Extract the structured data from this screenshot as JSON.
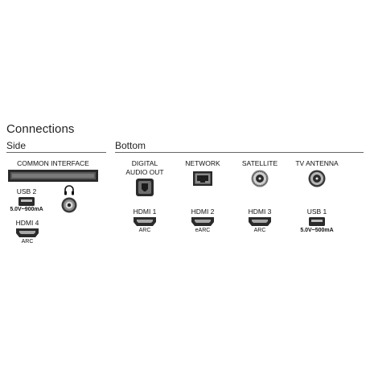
{
  "title": "Connections",
  "side": {
    "heading": "Side",
    "common_interface": {
      "label": "COMMON INTERFACE",
      "icon": "common-interface-slot-icon"
    },
    "usb2": {
      "label": "USB 2",
      "spec_prefix": "5.0V",
      "spec_suffix": "900mA",
      "icon": "usb-port-icon"
    },
    "headphone": {
      "icon": "headphone-icon",
      "jack_icon": "headphone-jack-icon"
    },
    "hdmi4": {
      "label": "HDMI 4",
      "sub": "ARC",
      "icon": "hdmi-port-icon"
    }
  },
  "bottom": {
    "heading": "Bottom",
    "ports": [
      {
        "label": "DIGITAL",
        "label2": "AUDIO OUT",
        "icon": "optical-audio-port-icon"
      },
      {
        "label": "NETWORK",
        "icon": "ethernet-port-icon"
      },
      {
        "label": "SATELLITE",
        "icon": "satellite-port-icon"
      },
      {
        "label": "TV ANTENNA",
        "icon": "antenna-port-icon"
      }
    ],
    "hdmi": [
      {
        "label": "HDMI 1",
        "sub": "ARC",
        "icon": "hdmi-port-icon"
      },
      {
        "label": "HDMI 2",
        "sub": "eARC",
        "icon": "hdmi-port-icon"
      },
      {
        "label": "HDMI 3",
        "sub": "ARC",
        "icon": "hdmi-port-icon"
      }
    ],
    "usb1": {
      "label": "USB 1",
      "spec_prefix": "5.0V",
      "spec_suffix": "500mA",
      "icon": "usb-port-icon"
    }
  }
}
